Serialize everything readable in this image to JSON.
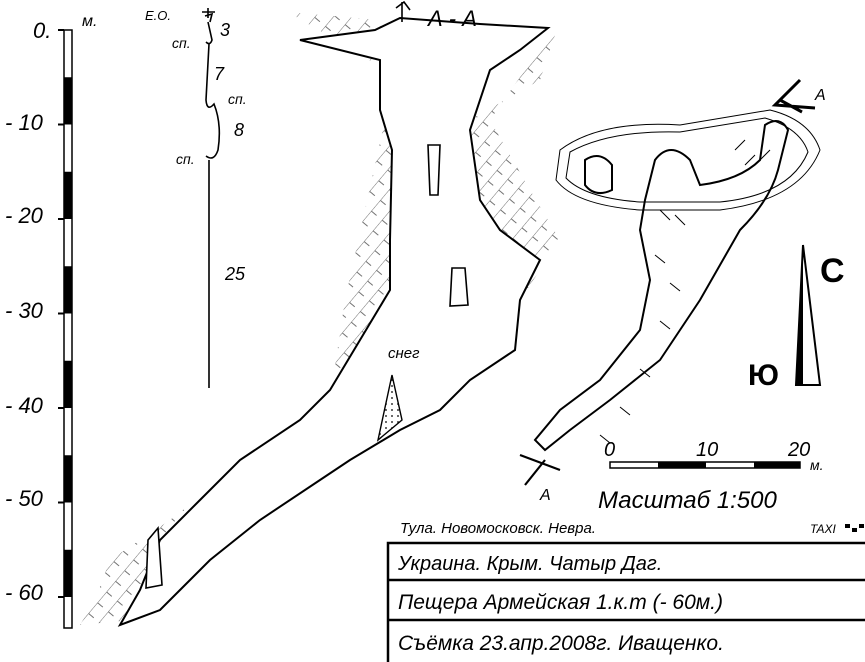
{
  "depth_scale": {
    "unit": "м.",
    "labels": [
      "0.",
      "- 10",
      "- 20",
      "- 30",
      "- 40",
      "- 50",
      "- 60"
    ]
  },
  "rope_profile": {
    "entrance": "Е.О.",
    "pitch_labels": [
      "3",
      "7",
      "8",
      "25"
    ],
    "anchor_labels": [
      "сп.",
      "сп.",
      "сп."
    ]
  },
  "section": {
    "title": "А - А",
    "snow_label": "снег"
  },
  "plan": {
    "section_marker_top": "А",
    "section_marker_bottom": "А",
    "north": "С",
    "south": "Ю"
  },
  "scale_bar": {
    "ticks": [
      "0",
      "10",
      "20"
    ],
    "unit": "м.",
    "caption": "Масштаб 1:500"
  },
  "title_block": {
    "authors": "Тула. Новомосковск. Невра.",
    "club_logo": "TAXI",
    "rows": [
      "Украина. Крым. Чатыр Даг.",
      "Пещера Армейская 1.к.т (- 60м.)",
      "Съёмка 23.апр.2008г. Иващенко."
    ]
  }
}
